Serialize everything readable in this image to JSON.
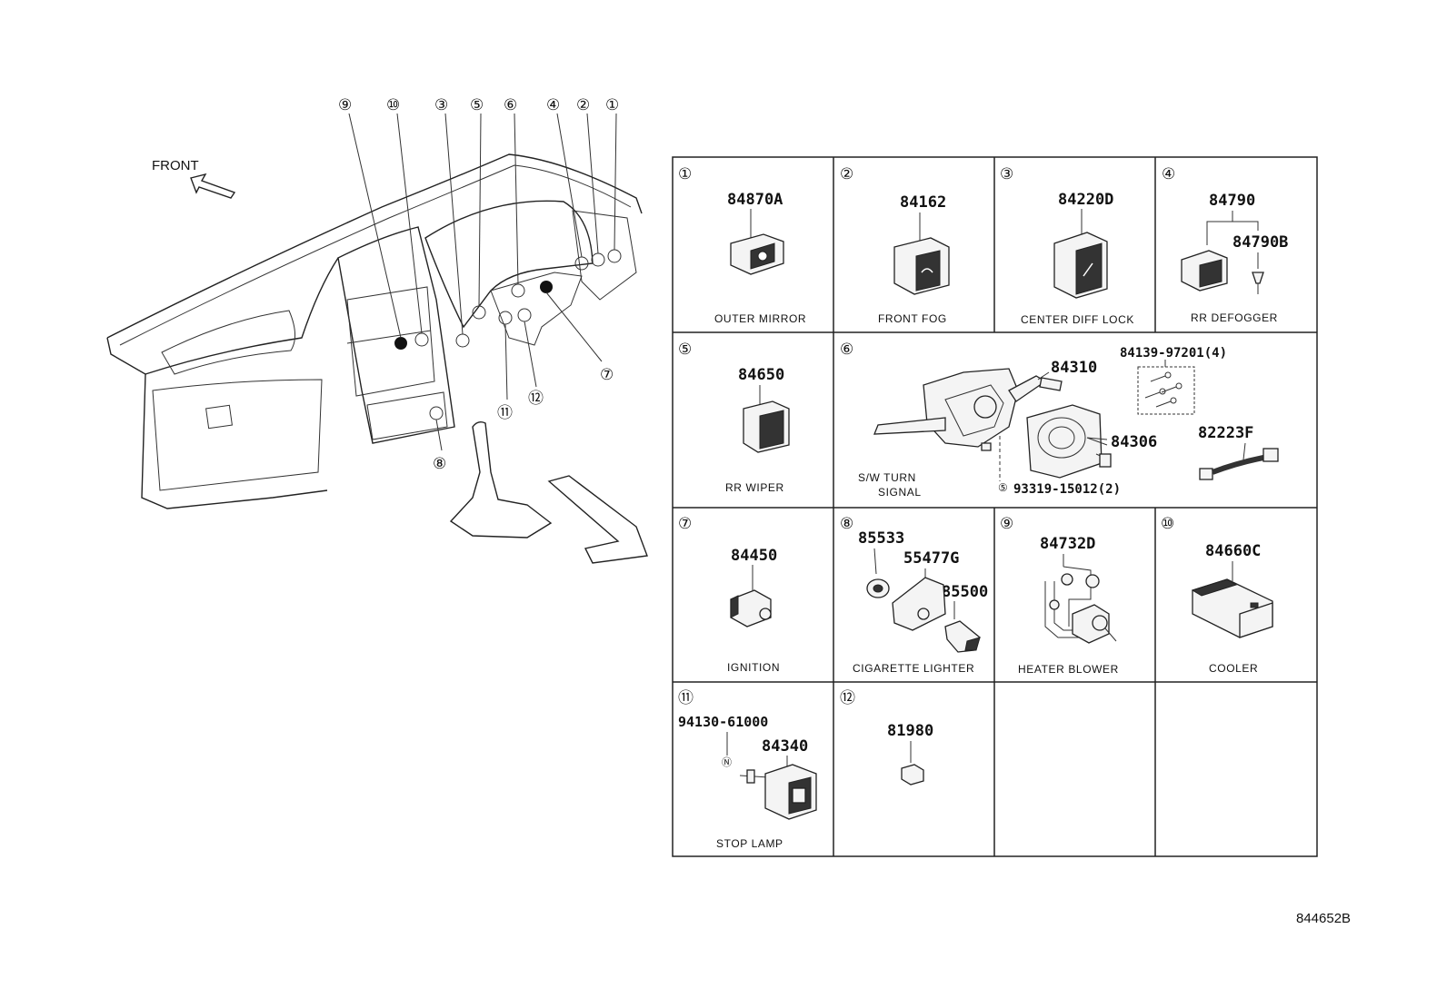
{
  "front_label": "FRONT",
  "doc_code": "844652B",
  "callouts": [
    "⑨",
    "⑩",
    "③",
    "⑤",
    "⑥",
    "④",
    "②",
    "①",
    "⑦",
    "⑪",
    "⑫",
    "⑧"
  ],
  "cells": [
    {
      "num": "①",
      "parts": [
        "84870A"
      ],
      "caption": "OUTER MIRROR"
    },
    {
      "num": "②",
      "parts": [
        "84162"
      ],
      "caption": "FRONT FOG"
    },
    {
      "num": "③",
      "parts": [
        "84220D"
      ],
      "caption": "CENTER DIFF LOCK"
    },
    {
      "num": "④",
      "parts": [
        "84790",
        "84790B"
      ],
      "caption": "RR DEFOGGER"
    },
    {
      "num": "⑤",
      "parts": [
        "84650"
      ],
      "caption": "RR WIPER"
    },
    {
      "num": "⑥",
      "parts": [
        "84310",
        "84139-97201(4)",
        "84306",
        "82223F",
        "93319-15012(2)"
      ],
      "caption": [
        "S/W TURN",
        "SIGNAL"
      ],
      "mark": "⑤"
    },
    {
      "num": "⑦",
      "parts": [
        "84450"
      ],
      "caption": "IGNITION"
    },
    {
      "num": "⑧",
      "parts": [
        "85533",
        "55477G",
        "85500"
      ],
      "caption": "CIGARETTE LIGHTER"
    },
    {
      "num": "⑨",
      "parts": [
        "84732D"
      ],
      "caption": "HEATER BLOWER"
    },
    {
      "num": "⑩",
      "parts": [
        "84660C"
      ],
      "caption": "COOLER"
    },
    {
      "num": "⑪",
      "parts": [
        "94130-61000",
        "84340"
      ],
      "caption": "STOP LAMP",
      "mark": "Ⓝ"
    },
    {
      "num": "⑫",
      "parts": [
        "81980"
      ],
      "caption": ""
    }
  ]
}
